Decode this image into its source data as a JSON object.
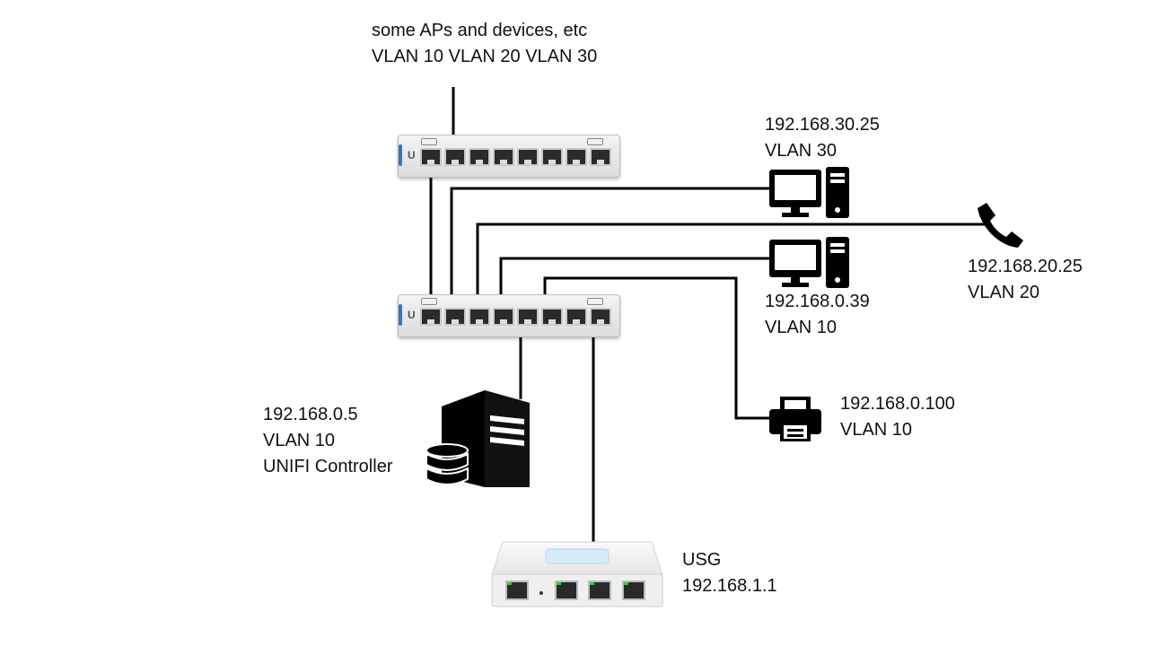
{
  "labels": {
    "top": {
      "line1": "some APs and devices, etc",
      "line2": "VLAN 10 VLAN 20 VLAN 30"
    },
    "pc_top": {
      "ip": "192.168.30.25",
      "vlan": "VLAN 30"
    },
    "phone": {
      "ip": "192.168.20.25",
      "vlan": "VLAN 20"
    },
    "pc_bottom": {
      "ip": "192.168.0.39",
      "vlan": "VLAN 10"
    },
    "printer": {
      "ip": "192.168.0.100",
      "vlan": "VLAN 10"
    },
    "server": {
      "ip": "192.168.0.5",
      "vlan": "VLAN 10",
      "role": "UNIFI Controller"
    },
    "usg": {
      "name": "USG",
      "ip": "192.168.1.1"
    }
  },
  "icons": [
    "switch-icon",
    "computer-icon",
    "phone-icon",
    "printer-icon",
    "server-icon",
    "database-icon",
    "router-icon"
  ],
  "colors": {
    "wire": "#000000",
    "switch_accent": "#3a72c9",
    "led_green": "#3ec14a"
  }
}
